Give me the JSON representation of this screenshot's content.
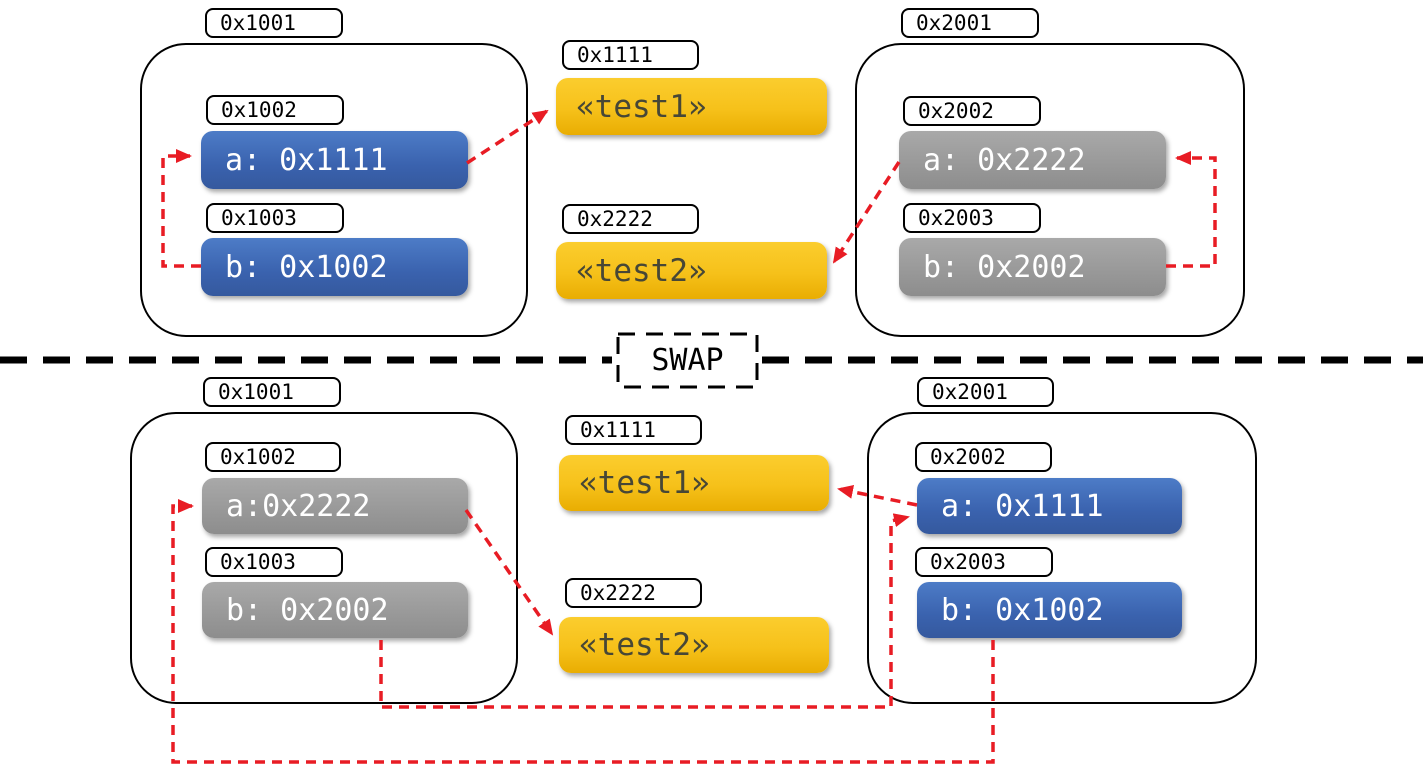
{
  "divider": {
    "label": "SWAP"
  },
  "colors": {
    "pointer_arrow": "#e81c24",
    "record_slot_blue": "#3e69b3",
    "record_slot_gray": "#9b9b9b",
    "heap_object_yellow": "#f6c11a",
    "divider_black": "#000000"
  },
  "top": {
    "left_record": {
      "address": "0x1001",
      "slots": [
        {
          "address": "0x1002",
          "value": "a: 0x1111"
        },
        {
          "address": "0x1003",
          "value": "b: 0x1002"
        }
      ]
    },
    "heap": [
      {
        "address": "0x1111",
        "value": "«test1»"
      },
      {
        "address": "0x2222",
        "value": "«test2»"
      }
    ],
    "right_record": {
      "address": "0x2001",
      "slots": [
        {
          "address": "0x2002",
          "value": "a: 0x2222"
        },
        {
          "address": "0x2003",
          "value": "b: 0x2002"
        }
      ]
    }
  },
  "bottom": {
    "left_record": {
      "address": "0x1001",
      "slots": [
        {
          "address": "0x1002",
          "value": "a:0x2222"
        },
        {
          "address": "0x1003",
          "value": "b: 0x2002"
        }
      ]
    },
    "heap": [
      {
        "address": "0x1111",
        "value": "«test1»"
      },
      {
        "address": "0x2222",
        "value": "«test2»"
      }
    ],
    "right_record": {
      "address": "0x2001",
      "slots": [
        {
          "address": "0x2002",
          "value": "a: 0x1111"
        },
        {
          "address": "0x2003",
          "value": "b: 0x1002"
        }
      ]
    }
  }
}
